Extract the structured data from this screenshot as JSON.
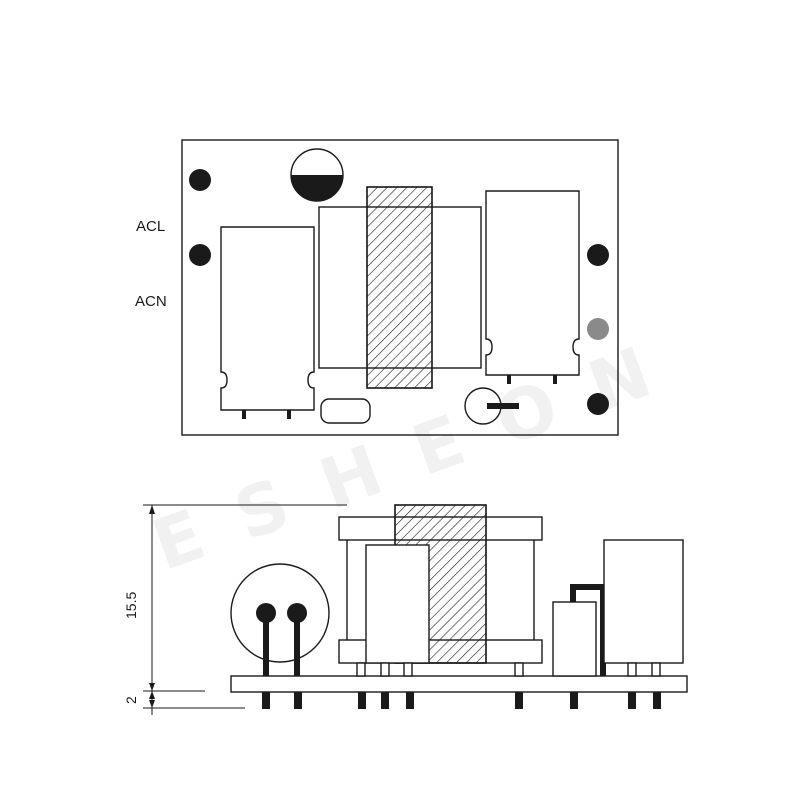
{
  "top_view": {
    "pin_labels": {
      "acl": "ACL",
      "acn": "ACN"
    }
  },
  "side_view": {
    "dimensions": {
      "height": "15.5",
      "pin_length": "2"
    }
  },
  "watermark": "ESHEON",
  "colors": {
    "stroke": "#1a1a1a",
    "background": "#ffffff",
    "pad_gray": "#8a8a8a"
  }
}
